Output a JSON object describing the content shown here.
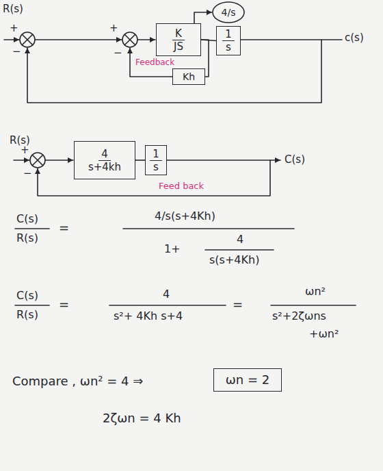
{
  "diagram": {
    "nodes": [
      {
        "text": [
          "K",
          "JS"
        ]
      },
      {
        "text": [
          "1",
          "s"
        ]
      },
      {
        "text": [
          "4/s"
        ]
      },
      {
        "text": [
          "Kh"
        ]
      },
      {
        "text": [
          "4",
          "s+4kh"
        ]
      },
      {
        "text": [
          "1",
          "s"
        ]
      },
      {
        "text": [
          "ωn = 2"
        ]
      }
    ],
    "edges": [
      {
        "from": 0,
        "to": 1,
        "arrow": "none"
      },
      {
        "from": 0,
        "to": 2,
        "arrow": "to"
      },
      {
        "from": 0,
        "to": 3,
        "arrow": "none"
      },
      {
        "from": 4,
        "to": 5,
        "arrow": "none"
      }
    ],
    "labels": [
      "R(s)",
      "+",
      "−",
      "+",
      "−",
      "c(s)",
      "Feedback",
      "R(s)",
      "+",
      "−",
      "C(s)",
      "Feed back",
      "C(s)",
      "R(s)",
      "=",
      "4/s(s+4Kh)",
      "1+",
      "4",
      "s(s+4Kh)",
      "C(s)",
      "R(s)",
      "=",
      "4",
      "s²+ 4Kh s+4",
      "=",
      "ωn²",
      "s²+2ζωns",
      "+ωn²",
      "Compare , ωn² = 4 ⇒",
      "2ζωn = 4 Kh"
    ]
  }
}
